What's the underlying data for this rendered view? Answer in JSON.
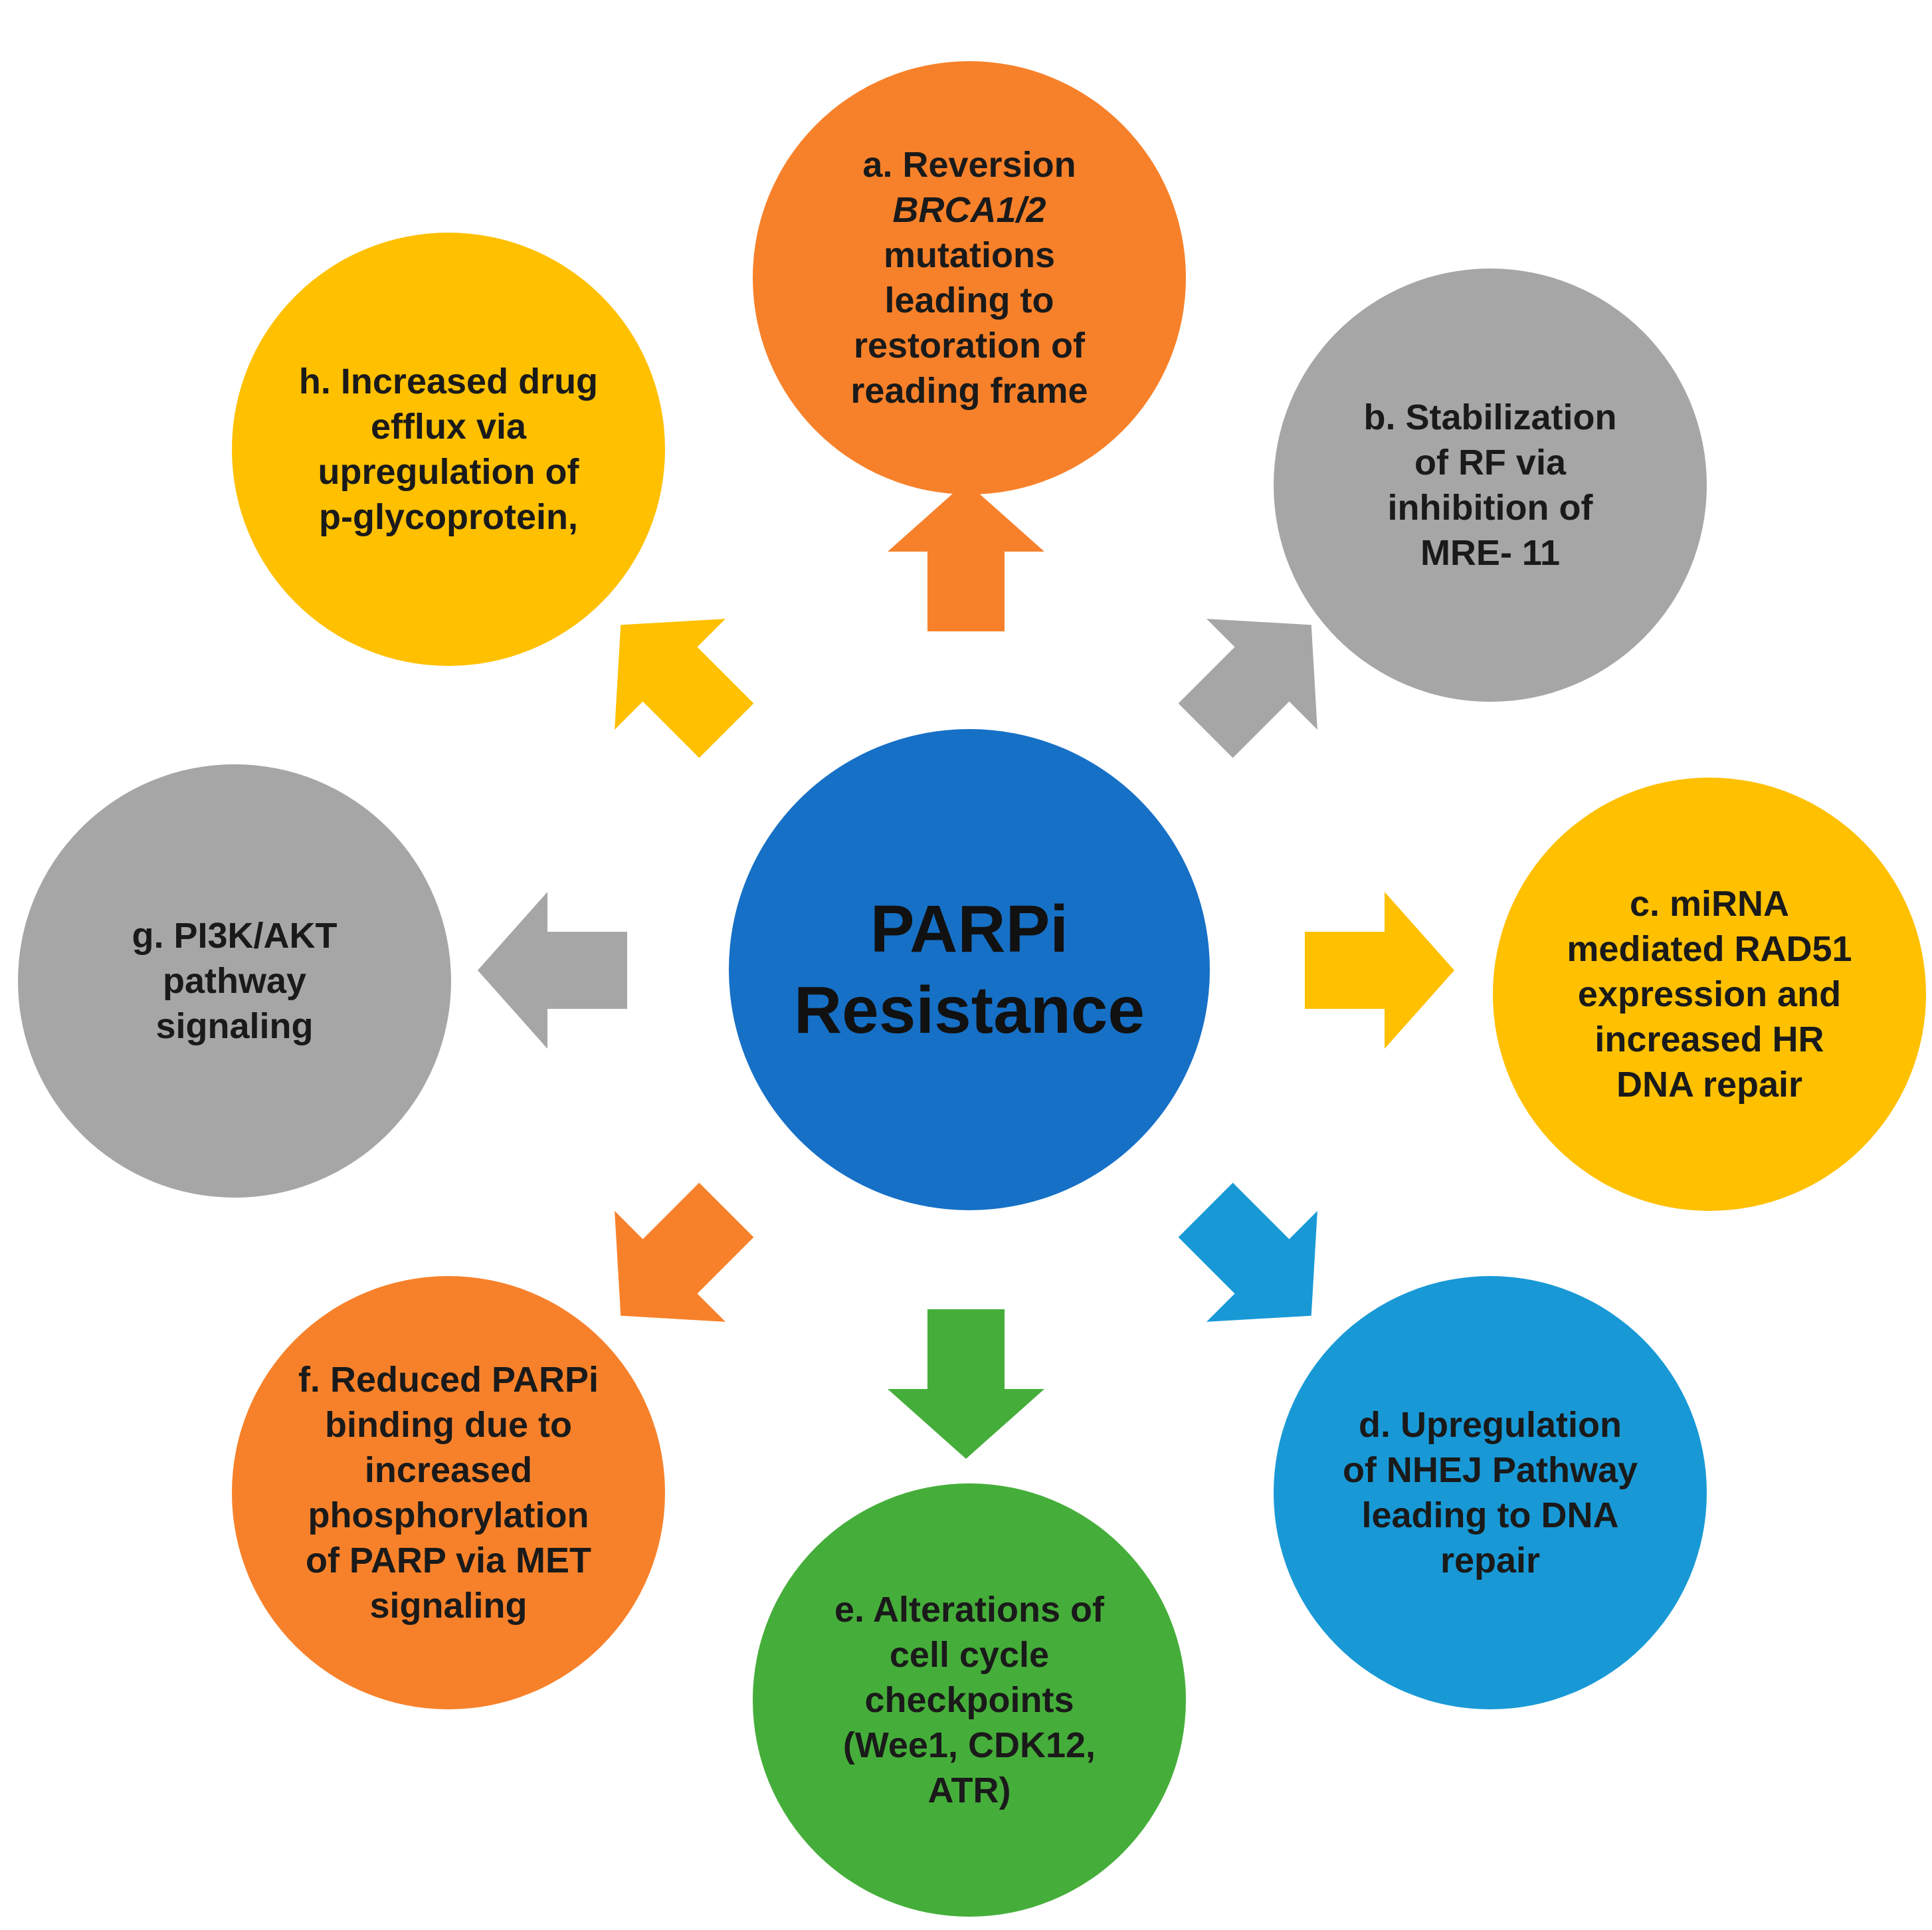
{
  "center": {
    "lines": [
      "PARPi",
      "Resistance"
    ],
    "color": "#1670C6"
  },
  "mechanisms": [
    {
      "key": "a",
      "color": "#F7812A",
      "arrow_color": "#F7812A",
      "lines": [
        "a. Reversion",
        "BRCA1/2",
        "mutations",
        "leading to",
        "restoration of",
        "reading frame"
      ]
    },
    {
      "key": "b",
      "color": "#A6A6A6",
      "arrow_color": "#A6A6A6",
      "lines": [
        "b.  Stabilization",
        "of  RF via",
        "inhibition of",
        "MRE- 11"
      ]
    },
    {
      "key": "c",
      "color": "#FFC000",
      "arrow_color": "#FFC000",
      "lines": [
        "c. miRNA",
        "mediated RAD51",
        "expression  and",
        "increased HR",
        "DNA repair"
      ]
    },
    {
      "key": "d",
      "color": "#1899D6",
      "arrow_color": "#1899D6",
      "lines": [
        "d. Upregulation",
        "of NHEJ Pathway",
        "leading to DNA",
        "repair"
      ]
    },
    {
      "key": "e",
      "color": "#45AE3A",
      "arrow_color": "#45AE3A",
      "lines": [
        "e. Alterations of",
        "cell cycle",
        "checkpoints",
        "(Wee1, CDK12,",
        "ATR)"
      ]
    },
    {
      "key": "f",
      "color": "#F7812A",
      "arrow_color": "#F7812A",
      "lines": [
        "f.  Reduced PARPi",
        "binding due to",
        "increased",
        "phosphorylation",
        "of PARP via MET",
        "signaling"
      ]
    },
    {
      "key": "g",
      "color": "#A6A6A6",
      "arrow_color": "#A6A6A6",
      "lines": [
        "g. PI3K/AKT",
        "pathway",
        "signaling"
      ]
    },
    {
      "key": "h",
      "color": "#FFC000",
      "arrow_color": "#FFC000",
      "lines": [
        "h. Increased drug",
        "efflux via",
        "upregulation of",
        "p-glycoprotein,"
      ]
    }
  ]
}
